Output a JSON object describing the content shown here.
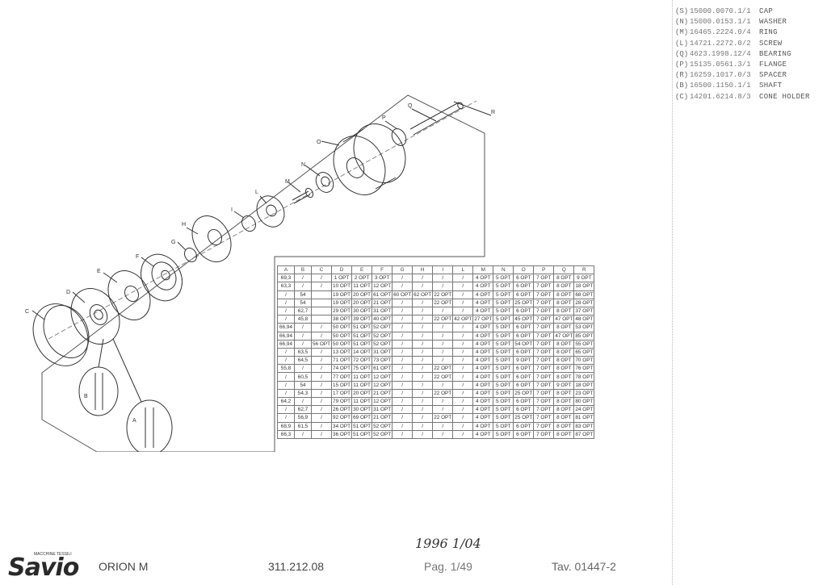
{
  "parts_list": [
    {
      "code": "(S)",
      "part_no": "15000.0070.1/1",
      "desc": "CAP"
    },
    {
      "code": "(N)",
      "part_no": "15000.0153.1/1",
      "desc": "WASHER"
    },
    {
      "code": "(M)",
      "part_no": "16465.2224.0/4",
      "desc": "RING"
    },
    {
      "code": "(L)",
      "part_no": "14721.2272.0/2",
      "desc": "SCREW"
    },
    {
      "code": "(Q)",
      "part_no": "4623.1998.12/4",
      "desc": "BEARING"
    },
    {
      "code": "(P)",
      "part_no": "15135.0561.3/1",
      "desc": "FLANGE"
    },
    {
      "code": "(R)",
      "part_no": "16259.1017.0/3",
      "desc": "SPACER"
    },
    {
      "code": "(B)",
      "part_no": "16500.1150.1/1",
      "desc": "SHAFT"
    },
    {
      "code": "(C)",
      "part_no": "14201.6214.8/3",
      "desc": "CONE HOLDER"
    }
  ],
  "diagram_labels": [
    "A",
    "B",
    "C",
    "D",
    "E",
    "F",
    "G",
    "H",
    "I",
    "L",
    "M",
    "N",
    "O",
    "P",
    "Q",
    "R"
  ],
  "table": {
    "headers": [
      "A",
      "B",
      "C",
      "D",
      "E",
      "F",
      "G",
      "H",
      "I",
      "L",
      "M",
      "N",
      "O",
      "P",
      "Q",
      "R"
    ],
    "rows": [
      [
        "69,3",
        "/",
        "/",
        "1 OPT",
        "2 OPT",
        "3 OPT",
        "/",
        "/",
        "/",
        "/",
        "4 OPT",
        "5 OPT",
        "6 OPT",
        "7 OPT",
        "8 OPT",
        "9 OPT"
      ],
      [
        "63,3",
        "/",
        "/",
        "10 OPT",
        "11 OPT",
        "12 OPT",
        "/",
        "/",
        "/",
        "/",
        "4 OPT",
        "5 OPT",
        "6 OPT",
        "7 OPT",
        "8 OPT",
        "18 OPT"
      ],
      [
        "/",
        "54",
        "",
        "19 OPT",
        "20 OPT",
        "61 OPT",
        "60 OPT",
        "62 OPT",
        "22 OPT",
        "/",
        "4 OPT",
        "5 OPT",
        "6 OPT",
        "7 OPT",
        "8 OPT",
        "68 OPT"
      ],
      [
        "/",
        "54",
        "",
        "19 OPT",
        "20 OPT",
        "21 OPT",
        "/",
        "/",
        "22 OPT",
        "/",
        "4 OPT",
        "5 OPT",
        "25 OPT",
        "7 OPT",
        "8 OPT",
        "28 OPT"
      ],
      [
        "/",
        "62,7",
        "",
        "29 OPT",
        "30 OPT",
        "31 OPT",
        "/",
        "/",
        "/",
        "/",
        "4 OPT",
        "5 OPT",
        "6 OPT",
        "7 OPT",
        "8 OPT",
        "37 OPT"
      ],
      [
        "/",
        "45,8",
        "",
        "38 OPT",
        "39 OPT",
        "40 OPT",
        "/",
        "/",
        "22 OPT",
        "42 OPT",
        "27 OPT",
        "5 OPT",
        "45 OPT",
        "7 OPT",
        "47 OPT",
        "48 OPT"
      ],
      [
        "66,94",
        "/",
        "/",
        "50 OPT",
        "51 OPT",
        "52 OPT",
        "/",
        "/",
        "/",
        "/",
        "4 OPT",
        "5 OPT",
        "6 OPT",
        "7 OPT",
        "8 OPT",
        "53 OPT"
      ],
      [
        "66,94",
        "/",
        "/",
        "50 OPT",
        "51 OPT",
        "52 OPT",
        "/",
        "/",
        "/",
        "/",
        "4 OPT",
        "5 OPT",
        "6 OPT",
        "7 OPT",
        "47 OPT",
        "85 OPT"
      ],
      [
        "66,94",
        "/",
        "56 OPT",
        "50 OPT",
        "51 OPT",
        "52 OPT",
        "/",
        "/",
        "/",
        "/",
        "4 OPT",
        "5 OPT",
        "54 OPT",
        "7 OPT",
        "8 OPT",
        "55 OPT"
      ],
      [
        "/",
        "63,5",
        "/",
        "13 OPT",
        "14 OPT",
        "31 OPT",
        "/",
        "/",
        "/",
        "/",
        "4 OPT",
        "5 OPT",
        "6 OPT",
        "7 OPT",
        "8 OPT",
        "65 OPT"
      ],
      [
        "/",
        "64,5",
        "/",
        "71 OPT",
        "72 OPT",
        "73 OPT",
        "/",
        "/",
        "/",
        "/",
        "4 OPT",
        "5 OPT",
        "9 OPT",
        "7 OPT",
        "8 OPT",
        "70 OPT"
      ],
      [
        "55,8",
        "/",
        "/",
        "74 OPT",
        "75 OPT",
        "61 OPT",
        "/",
        "/",
        "22 OPT",
        "/",
        "4 OPT",
        "5 OPT",
        "6 OPT",
        "7 OPT",
        "8 OPT",
        "76 OPT"
      ],
      [
        "/",
        "60,5",
        "/",
        "77 OPT",
        "11 OPT",
        "12 OPT",
        "/",
        "/",
        "22 OPT",
        "/",
        "4 OPT",
        "5 OPT",
        "6 OPT",
        "7 OPT",
        "8 OPT",
        "78 OPT"
      ],
      [
        "/",
        "54",
        "/",
        "15 OPT",
        "11 OPT",
        "12 OPT",
        "/",
        "/",
        "/",
        "/",
        "4 OPT",
        "5 OPT",
        "6 OPT",
        "7 OPT",
        "9 OPT",
        "18 OPT"
      ],
      [
        "/",
        "54,3",
        "/",
        "17 OPT",
        "20 OPT",
        "21 OPT",
        "/",
        "/",
        "22 OPT",
        "/",
        "4 OPT",
        "5 OPT",
        "25 OPT",
        "7 OPT",
        "8 OPT",
        "23 OPT"
      ],
      [
        "64,2",
        "/",
        "/",
        "79 OPT",
        "11 OPT",
        "12 OPT",
        "/",
        "/",
        "/",
        "/",
        "4 OPT",
        "5 OPT",
        "6 OPT",
        "7 OPT",
        "8 OPT",
        "80 OPT"
      ],
      [
        "/",
        "62,7",
        "/",
        "26 OPT",
        "30 OPT",
        "31 OPT",
        "/",
        "/",
        "/",
        "/",
        "4 OPT",
        "5 OPT",
        "6 OPT",
        "7 OPT",
        "8 OPT",
        "24 OPT"
      ],
      [
        "/",
        "56,9",
        "/",
        "92 OPT",
        "69 OPT",
        "21 OPT",
        "/",
        "/",
        "22 OPT",
        "/",
        "4 OPT",
        "5 OPT",
        "25 OPT",
        "7 OPT",
        "8 OPT",
        "81 OPT"
      ],
      [
        "68,9",
        "61,5",
        "/",
        "34 OPT",
        "51 OPT",
        "52 OPT",
        "/",
        "/",
        "/",
        "/",
        "4 OPT",
        "5 OPT",
        "6 OPT",
        "7 OPT",
        "8 OPT",
        "83 OPT"
      ],
      [
        "66,3",
        "/",
        "/",
        "36 OPT",
        "51 OPT",
        "52 OPT",
        "/",
        "/",
        "/",
        "/",
        "4 OPT",
        "5 OPT",
        "6 OPT",
        "7 OPT",
        "8 OPT",
        "87 OPT"
      ]
    ]
  },
  "footer": {
    "brand": "Savio",
    "brand_tagline": "MACCHINE TESSILI",
    "model": "ORION M",
    "code": "311.212.08",
    "page": "Pag. 1/49",
    "table_ref": "Tav. 01447-2",
    "handwritten": "1996 1/04"
  }
}
